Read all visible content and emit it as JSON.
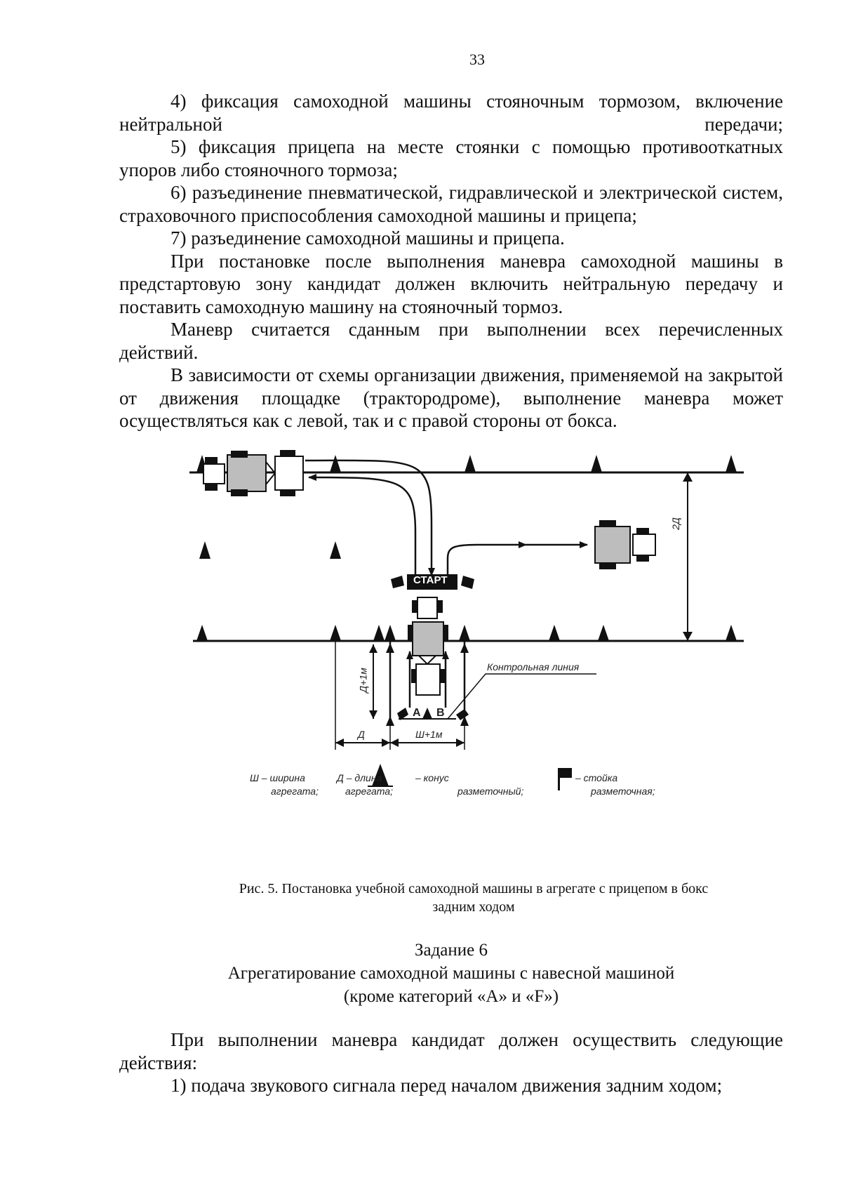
{
  "page_number": "33",
  "paragraphs": [
    "4) фиксация самоходной машины стояночным тормозом, включение нейтральной передачи;",
    "5) фиксация прицепа на месте стоянки с помощью противооткатных упоров либо стояночного тормоза;",
    "6) разъединение пневматической, гидравлической и электрической систем, страховочного приспособления самоходной машины и прицепа;",
    "7) разъединение самоходной машины и прицепа.",
    "При постановке после выполнения маневра самоходной машины в предстартовую зону кандидат должен включить нейтральную передачу и поставить самоходную машину на стояночный тормоз.",
    "Маневр считается сданным при выполнении всех перечисленных действий.",
    "В зависимости от схемы организации движения, применяемой на закрытой от движения площадке (трактородроме), выполнение маневра может осуществляться как с левой, так и с правой стороны от бокса."
  ],
  "diagram": {
    "start_label": "СТАРТ",
    "control_line_label": "Контрольная линия",
    "dim_2d": "2Д",
    "dim_d_plus_1m": "Д+1м",
    "dim_d": "Д",
    "dim_w_plus_1m": "Ш+1м",
    "point_a": "А",
    "point_b": "В",
    "legend": {
      "w_line1": "Ш – ширина",
      "w_line2": "агрегата;",
      "d_line1": "Д – длина",
      "d_line2": "агрегата;",
      "cone_line1": "– конус",
      "cone_line2": "разметочный;",
      "post_line1": "– стойка",
      "post_line2": "разметочная;"
    }
  },
  "caption_line1": "Рис. 5. Постановка учебной самоходной машины в агрегате с прицепом в бокс",
  "caption_line2": "задним ходом",
  "task_title": "Задание 6",
  "task_subtitle_line1": "Агрегатирование самоходной машины с навесной машиной",
  "task_subtitle_line2": "(кроме категорий «А» и «F»)",
  "paragraphs_2": [
    "При выполнении маневра кандидат должен осуществить следующие действия:",
    "1) подача звукового сигнала перед началом движения задним ходом;"
  ]
}
